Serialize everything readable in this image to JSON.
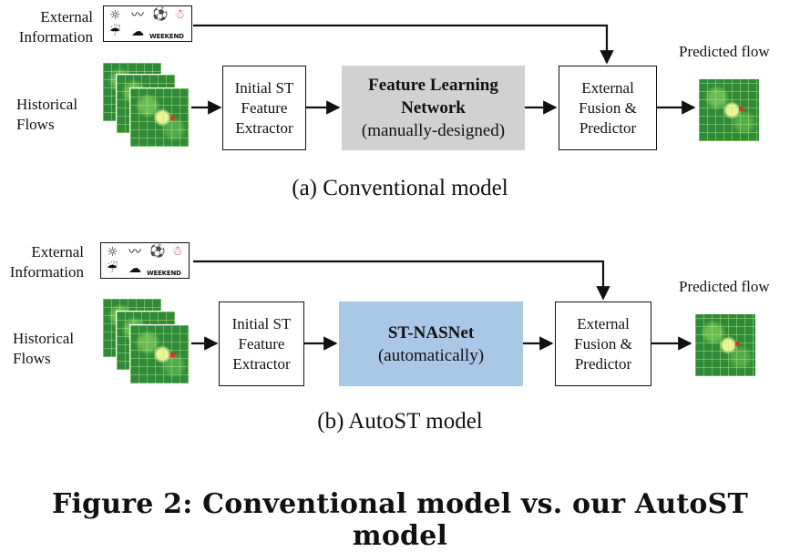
{
  "panel_a": {
    "external_label": "External\nInformation",
    "historical_label": "Historical\nFlows",
    "extractor": "Initial ST\nFeature\nExtractor",
    "feature_network_title": "Feature Learning\nNetwork",
    "feature_network_sub": "(manually-designed)",
    "fusion": "External\nFusion &\nPredictor",
    "predicted_label": "Predicted flow",
    "caption": "(a)  Conventional model"
  },
  "panel_b": {
    "external_label": "External\nInformation",
    "historical_label": "Historical\nFlows",
    "extractor": "Initial ST\nFeature\nExtractor",
    "nas_title": "ST-NASNet",
    "nas_sub": "(automatically)",
    "fusion": "External\nFusion &\nPredictor",
    "predicted_label": "Predicted flow",
    "caption": "(b)  AutoST model"
  },
  "icons": {
    "weekend_text": "WEEKEND",
    "sun": "sun-icon",
    "wind": "wind-icon",
    "ball": "soccer-ball-icon",
    "person": "person-icon",
    "rain": "rain-icon",
    "cloud": "cloud-icon"
  },
  "colors": {
    "gray_box": "#d1d1d1",
    "blue_box": "#a9c8e6",
    "heatmap_green": "#2f8a3a"
  },
  "figure_caption": "Figure 2: Conventional model vs. our AutoST model"
}
